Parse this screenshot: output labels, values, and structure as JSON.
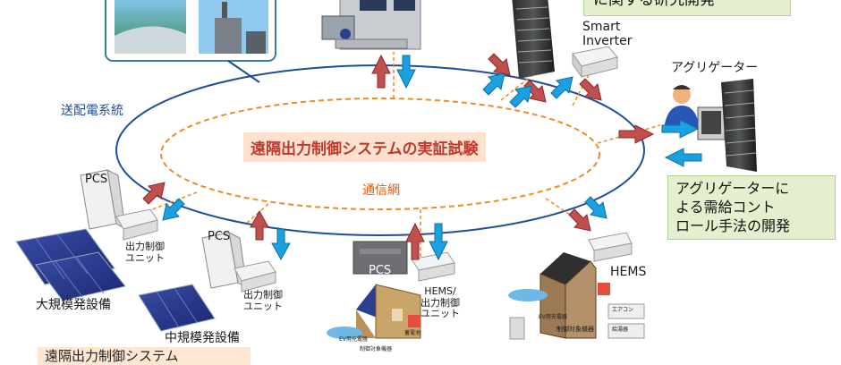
{
  "center_title": "遠隔出力制御システムの実証試験",
  "network_label": "通信網",
  "grid_label": "送配電系統",
  "top_right_note": "に関する研究開発",
  "smart_inverter": "Smart\nInverter",
  "aggregator": "アグリゲーター",
  "aggregator_note": "アグリゲーターに\nよる需給コント\nロール手法の開発",
  "large_pv": {
    "pcs": "PCS",
    "unit": "出力制御\nユニット",
    "label": "大規模発設備"
  },
  "mid_pv": {
    "pcs": "PCS",
    "unit": "出力制御\nユニット",
    "label": "中規模発設備"
  },
  "home_pcs": "PCS",
  "hems_unit": "HEMS/\n出力制御\nユニット",
  "hems": "HEMS",
  "bottom_left_note": "遠隔出力制御システム",
  "small_labels": {
    "ev1": "EV用充電器",
    "ev2": "EV用充電器",
    "ctl1": "制御対象機器",
    "ctl2": "制御対象機器",
    "storage": "蓄電池",
    "aircon": "エアコン",
    "heater": "給湯器"
  },
  "colors": {
    "grid_ring": "#1f4e96",
    "network_ring": "#f08a24",
    "up_arrow": "#c0504d",
    "down_arrow": "#1ba1e2"
  }
}
